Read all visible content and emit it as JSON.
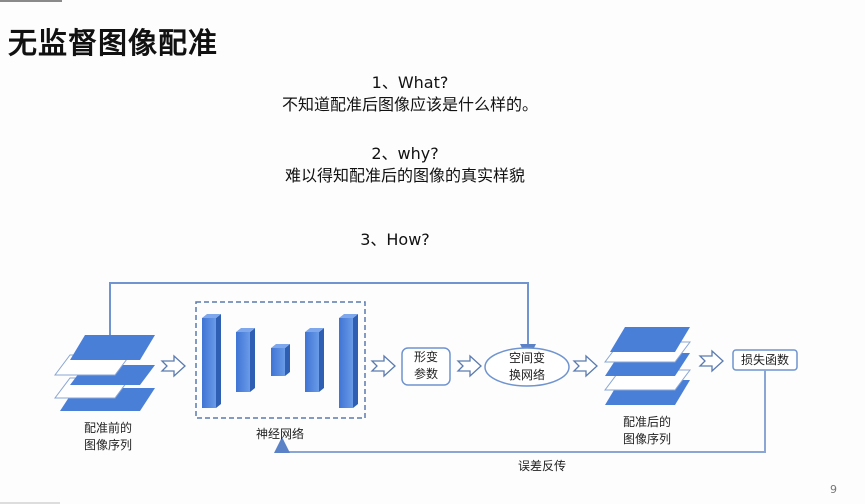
{
  "slide": {
    "title": "无监督图像配准",
    "page_number": "9"
  },
  "questions": [
    {
      "heading": "1、What?",
      "text": "不知道配准后图像应该是什么样的。"
    },
    {
      "heading": "2、why?",
      "text": "难以得知配准后的图像的真实样貌"
    },
    {
      "heading": "3、How?",
      "text": ""
    }
  ],
  "diagram": {
    "input_label_line1": "配准前的",
    "input_label_line2": "图像序列",
    "network_label": "神经网络",
    "deform_params_line1": "形变",
    "deform_params_line2": "参数",
    "stn_line1": "空间变",
    "stn_line2": "换网络",
    "output_label_line1": "配准后的",
    "output_label_line2": "图像序列",
    "loss_label": "损失函数",
    "backprop_label": "误差反传",
    "colors": {
      "accent_blue": "#4a7fd8",
      "line_blue": "#6f94cf",
      "dash_blue": "#5b7bb0"
    }
  }
}
